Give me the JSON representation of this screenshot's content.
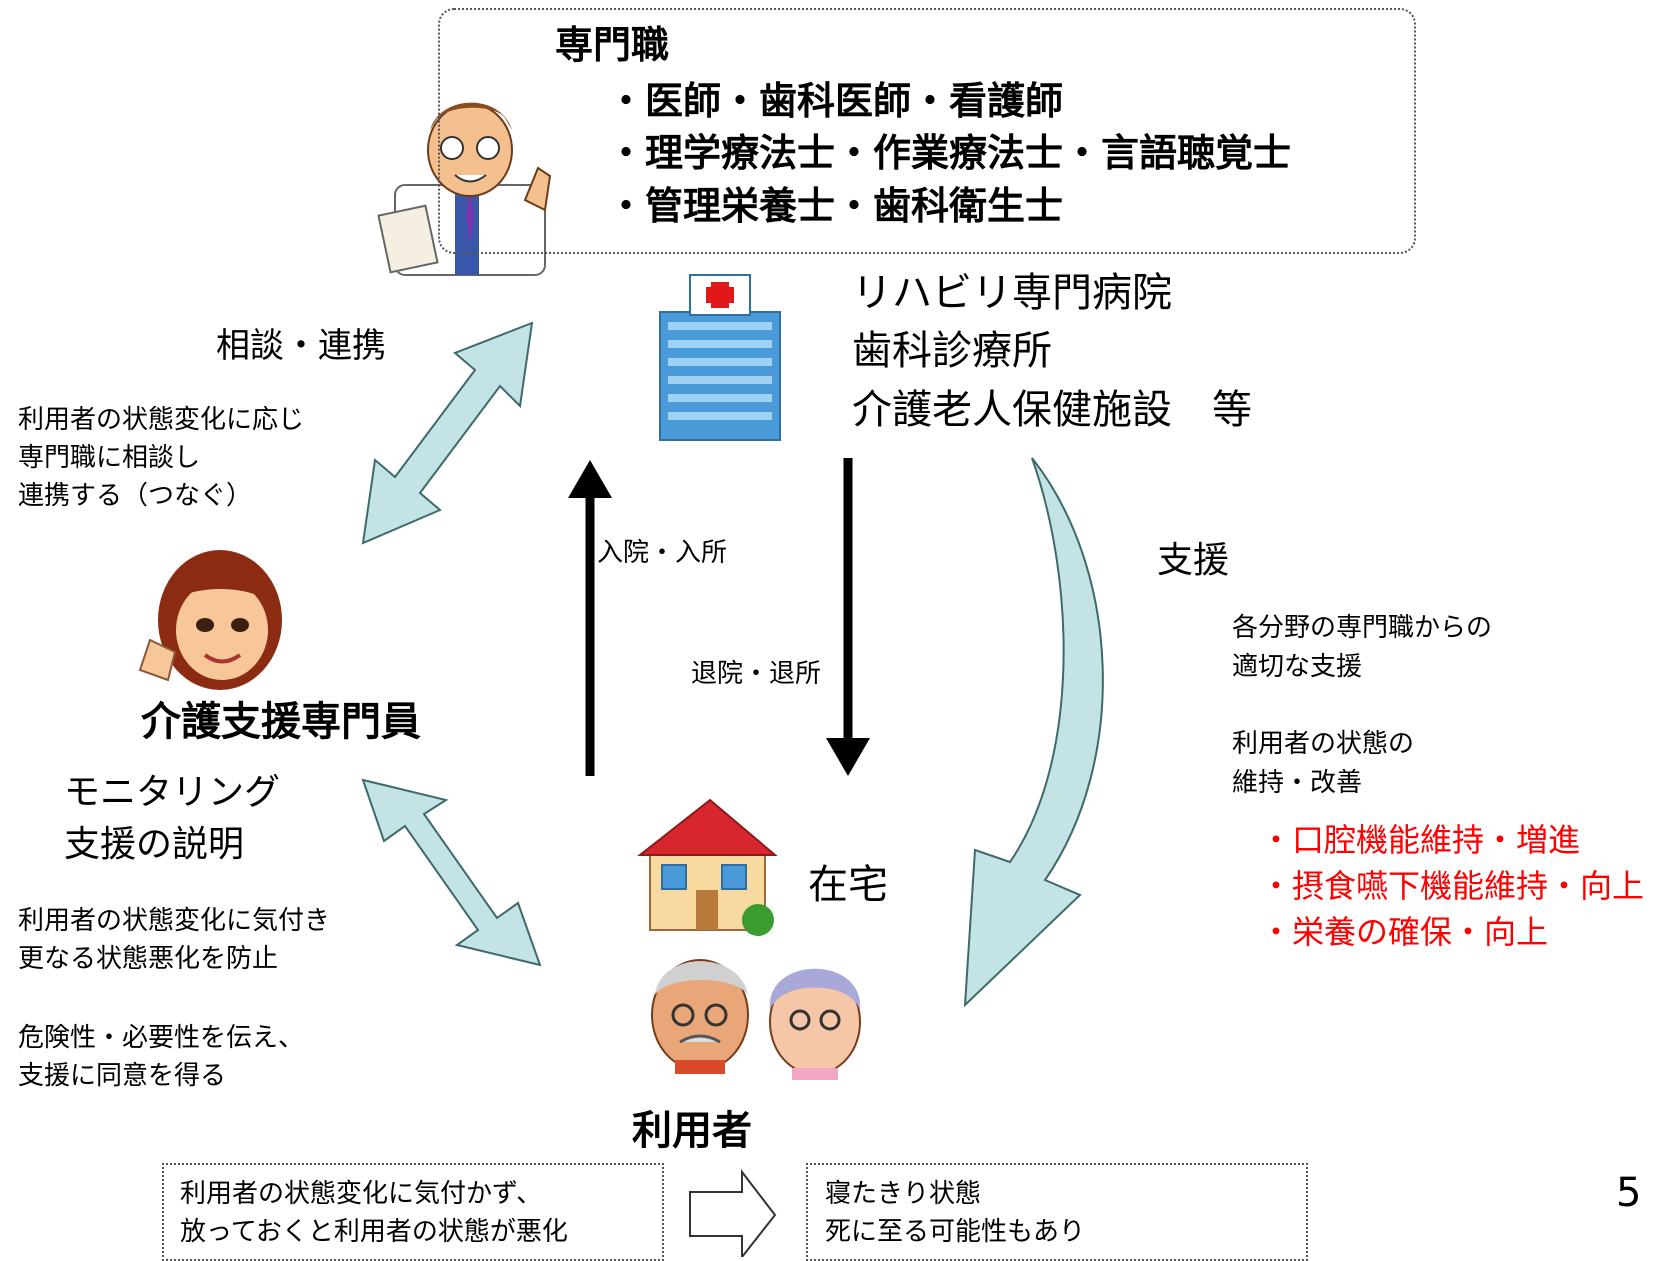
{
  "professionals": {
    "title": "専門職",
    "lines": [
      "・医師・歯科医師・看護師",
      "・理学療法士・作業療法士・言語聴覚士",
      "・管理栄養士・歯科衛生士"
    ]
  },
  "facilities": {
    "lines": [
      "リハビリ専門病院",
      "歯科診療所",
      "介護老人保健施設　等"
    ]
  },
  "consult": {
    "label": "相談・連携",
    "desc": [
      "利用者の状態変化に応じ",
      "専門職に相談し",
      "連携する（つなぐ）"
    ]
  },
  "admission": {
    "in_label": "入院・入所",
    "out_label": "退院・退所"
  },
  "support": {
    "label": "支援",
    "desc1": [
      "各分野の専門職からの",
      "適切な支援"
    ],
    "desc2": [
      "利用者の状態の",
      "維持・改善"
    ],
    "items": [
      "・口腔機能維持・増進",
      "・摂食嚥下機能維持・向上",
      "・栄養の確保・向上"
    ],
    "item_color": "#ff0000"
  },
  "care_manager": {
    "title": "介護支援専門員",
    "roles": [
      "モニタリング",
      "支援の説明"
    ],
    "desc1": [
      "利用者の状態変化に気付き",
      "更なる状態悪化を防止"
    ],
    "desc2": [
      "危険性・必要性を伝え、",
      "支援に同意を得る"
    ]
  },
  "home": {
    "label": "在宅"
  },
  "user": {
    "title": "利用者"
  },
  "outcome": {
    "left": [
      "利用者の状態変化に気付かず、",
      "放っておくと利用者の状態が悪化"
    ],
    "right": [
      "寝たきり状態",
      "死に至る可能性もあり"
    ]
  },
  "page_number": "5",
  "icons": {
    "doctor": "doctor-illustration-icon",
    "hospital": "hospital-building-icon",
    "care_manager": "care-manager-woman-icon",
    "house": "house-icon",
    "elderly": "elderly-couple-icon"
  },
  "colors": {
    "arrow_fill": "#c4e3e4",
    "arrow_stroke": "#3e6a6c",
    "hospital_blue": "#4a9ad8"
  }
}
